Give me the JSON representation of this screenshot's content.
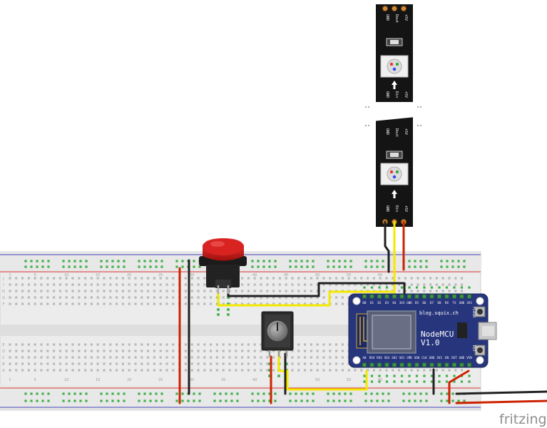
{
  "led_strip": {
    "segments": [
      {
        "pins": [
          "GND",
          "Dout",
          "+5V"
        ]
      },
      {
        "pins": [
          "GND",
          "Din",
          "+5V"
        ]
      },
      {
        "pins": [
          "GND",
          "Dout",
          "+5V"
        ]
      },
      {
        "pins": [
          "GND",
          "Din",
          "+5V"
        ]
      }
    ]
  },
  "breadboard": {
    "top_numbers": [
      "1",
      "5",
      "10",
      "15",
      "20",
      "25",
      "30",
      "35",
      "40",
      "45",
      "50",
      "55",
      "60"
    ],
    "row_letters": [
      "J",
      "I",
      "H",
      "G",
      "F",
      "E",
      "D",
      "C",
      "B",
      "A"
    ]
  },
  "nodemcu": {
    "site": "blog.squix.ch",
    "name_line1": "NodeMCU",
    "name_line2": "V1.0",
    "top_pins": [
      "D0",
      "D1",
      "D2",
      "D3",
      "D4",
      "3V3",
      "GND",
      "D5",
      "D6",
      "D7",
      "D8",
      "RX",
      "TX",
      "GND",
      "3V3"
    ],
    "bottom_pins": [
      "A0",
      "RSV",
      "RSV",
      "SD3",
      "SD2",
      "SD1",
      "CMD",
      "SD0",
      "CLK",
      "GND",
      "3V3",
      "EN",
      "RST",
      "GND",
      "VIN"
    ],
    "buttons": [
      "FLASH",
      "RST"
    ]
  },
  "watermark": "fritzing",
  "colors": {
    "wire_red": "#cc2200",
    "wire_black": "#202020",
    "wire_yellow": "#f4e800",
    "rail_red": "#d33",
    "rail_blue": "#44b",
    "pcb_blue": "#27357c",
    "strip_black": "#141414",
    "button_red": "#cc1a16",
    "hole_green": "#41b04a"
  }
}
